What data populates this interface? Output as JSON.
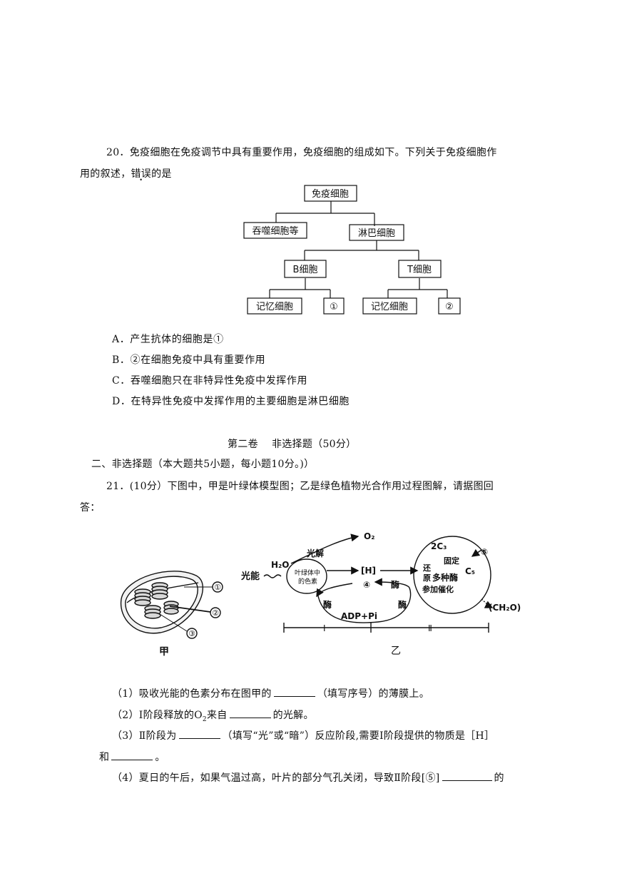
{
  "q20": {
    "stem_line1": "20．免疫细胞在免疫调节中具有重要作用，免疫细胞的组成如下。下列关于免疫细胞作",
    "stem_line2_pre": "用的叙述，",
    "stem_emph": "错误",
    "stem_line2_post": "的是",
    "tree": {
      "root": "免疫细胞",
      "left": "吞噬细胞等",
      "right": "淋巴细胞",
      "b": "B细胞",
      "t": "T细胞",
      "b_mem": "记忆细胞",
      "b_1": "①",
      "t_mem": "记忆细胞",
      "t_2": "②"
    },
    "options": [
      "A．产生抗体的细胞是①",
      "B．②在细胞免疫中具有重要作用",
      "C．吞噬细胞只在非特异性免疫中发挥作用",
      "D．在特异性免疫中发挥作用的主要细胞是淋巴细胞"
    ]
  },
  "section": {
    "title": "第二卷　 非选择题（50分）",
    "heading": "二、非选择题（本大题共5小题，每小题10分。)）"
  },
  "q21": {
    "stem_line1": "21．(10分）下图中，甲是叶绿体模型图；乙是绿色植物光合作用过程图解，请据图回",
    "stem_line2": "答：",
    "fig_jia": {
      "label": "甲",
      "m1": "①",
      "m2": "②",
      "m3": "③"
    },
    "fig_yi": {
      "label": "乙",
      "h2o": "H₂O",
      "photolysis": "光解",
      "o2": "O₂",
      "h": "[H]",
      "light": "光能",
      "pigment_l1": "叶绿体中",
      "pigment_l2": "的色素",
      "enzyme1": "酶",
      "m4": "④",
      "enzyme2": "酶",
      "enzyme3": "酶",
      "adp": "ADP+Pi",
      "c3": "2C₃",
      "fix": "固定",
      "m5": "⑤",
      "reduce1": "还",
      "reduce2": "原",
      "multi": "多种酶",
      "cat": "参加催化",
      "c5": "C₅",
      "ch2o": "(CH₂O)",
      "stage1": "Ⅰ",
      "stage2": "Ⅱ"
    },
    "sub1_pre": "（1）吸收光能的色素分布在图甲的",
    "sub1_post": "（填写序号）的薄膜上。",
    "sub2_pre": "（2）Ⅰ阶段释放的O",
    "sub2_sub": "2",
    "sub2_mid": "来自",
    "sub2_post": "的光解。",
    "sub3_pre": "（3）Ⅱ阶段为",
    "sub3_post": "（填写“光”或“暗”）反应阶段,需要Ⅰ阶段提供的物质是［H］",
    "sub3_line2_pre": "和",
    "sub3_line2_post": "。",
    "sub4_pre": "（4）夏日的午后，如果气温过高，叶片的部分气孔关闭，导致Ⅱ阶段[⑤]",
    "sub4_post": "的"
  }
}
